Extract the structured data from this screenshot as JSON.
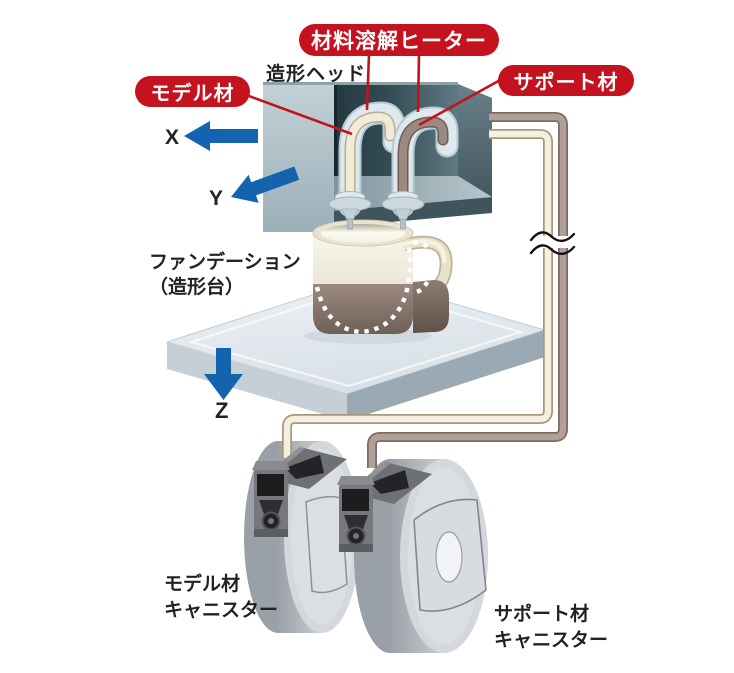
{
  "diagram": {
    "callouts": {
      "heater": "材料溶解ヒーター",
      "model_material": "モデル材",
      "support_material": "サポート材"
    },
    "labels": {
      "head": "造形ヘッド",
      "foundation_line1": "ファンデーション",
      "foundation_line2": "（造形台）",
      "model_canister_line1": "モデル材",
      "model_canister_line2": "キャニスター",
      "support_canister_line1": "サポート材",
      "support_canister_line2": "キャニスター"
    },
    "axes": {
      "x": "X",
      "y": "Y",
      "z": "Z"
    }
  },
  "colors": {
    "accent_red": "#c4121f",
    "arrow_blue": "#1463ae",
    "model_cream": "#f1ebd7",
    "support_taupe": "#9b8a82",
    "label_ink": "#222222"
  }
}
